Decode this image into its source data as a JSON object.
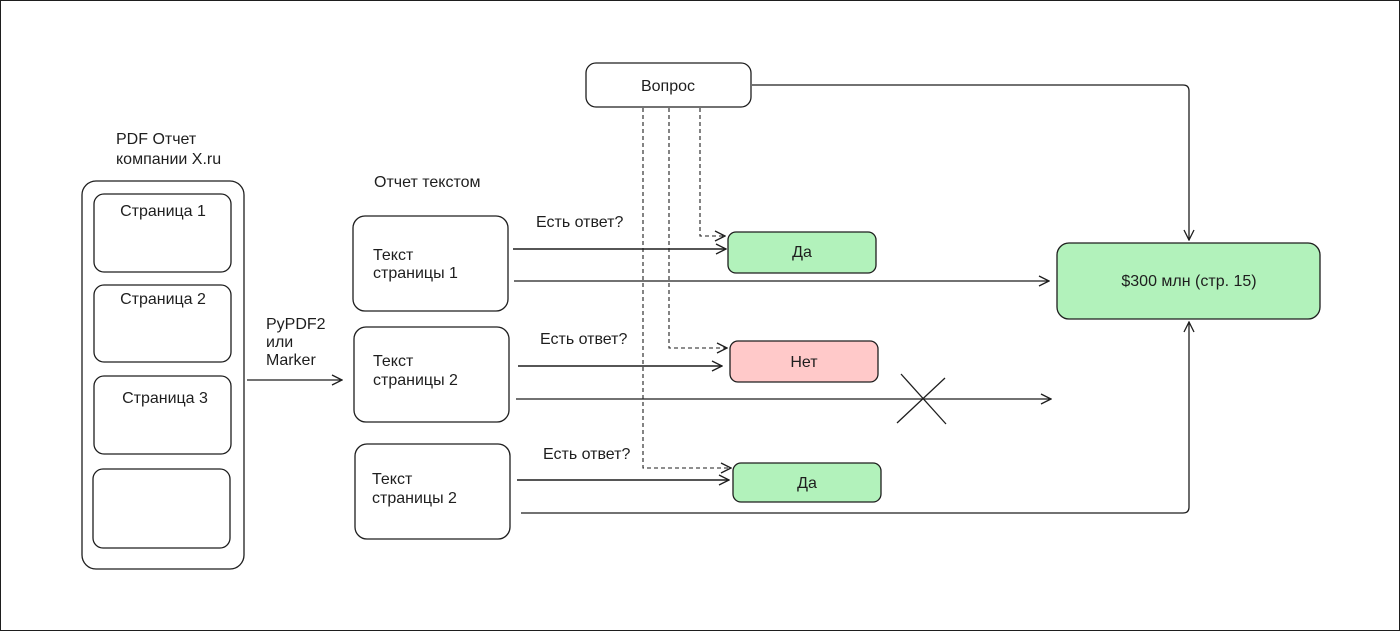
{
  "diagram": {
    "pdf_title_line1": "PDF Отчет",
    "pdf_title_line2": "компании X.ru",
    "pages": [
      "Страница 1",
      "Страница 2",
      "Страница 3",
      ""
    ],
    "converter_line1": "PyPDF2",
    "converter_line2": "или",
    "converter_line3": "Marker",
    "text_report_title": "Отчет текстом",
    "text_blocks": [
      {
        "line1": "Текст",
        "line2": "страницы 1"
      },
      {
        "line1": "Текст",
        "line2": "страницы 2"
      },
      {
        "line1": "Текст",
        "line2": "страницы 2"
      }
    ],
    "question_prompt": "Есть ответ?",
    "question_box": "Вопрос",
    "answers": [
      {
        "label": "Да",
        "color": "#b2f2bb"
      },
      {
        "label": "Нет",
        "color": "#ffc9c9"
      },
      {
        "label": "Да",
        "color": "#b2f2bb"
      }
    ],
    "result": {
      "label": "$300 млн (стр. 15)",
      "color": "#b2f2bb"
    }
  }
}
